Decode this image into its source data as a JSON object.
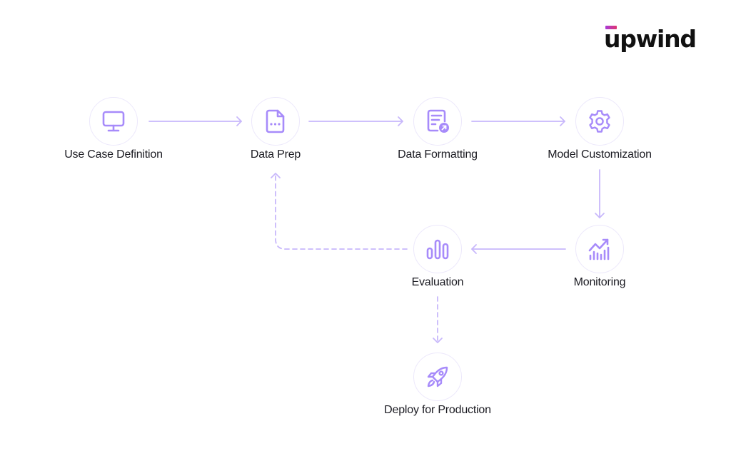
{
  "brand": {
    "name": "upwind",
    "accent": "#a78bfa",
    "ring": "#ece8fb"
  },
  "steps": [
    {
      "id": "use-case",
      "label": "Use Case Definition",
      "icon": "monitor-icon"
    },
    {
      "id": "data-prep",
      "label": "Data Prep",
      "icon": "document-icon"
    },
    {
      "id": "data-formatting",
      "label": "Data Formatting",
      "icon": "document-export-icon"
    },
    {
      "id": "model-customization",
      "label": "Model Customization",
      "icon": "gear-icon"
    },
    {
      "id": "monitoring",
      "label": "Monitoring",
      "icon": "trend-chart-icon"
    },
    {
      "id": "evaluation",
      "label": "Evaluation",
      "icon": "bar-chart-icon"
    },
    {
      "id": "deploy",
      "label": "Deploy for Production",
      "icon": "rocket-icon"
    }
  ]
}
